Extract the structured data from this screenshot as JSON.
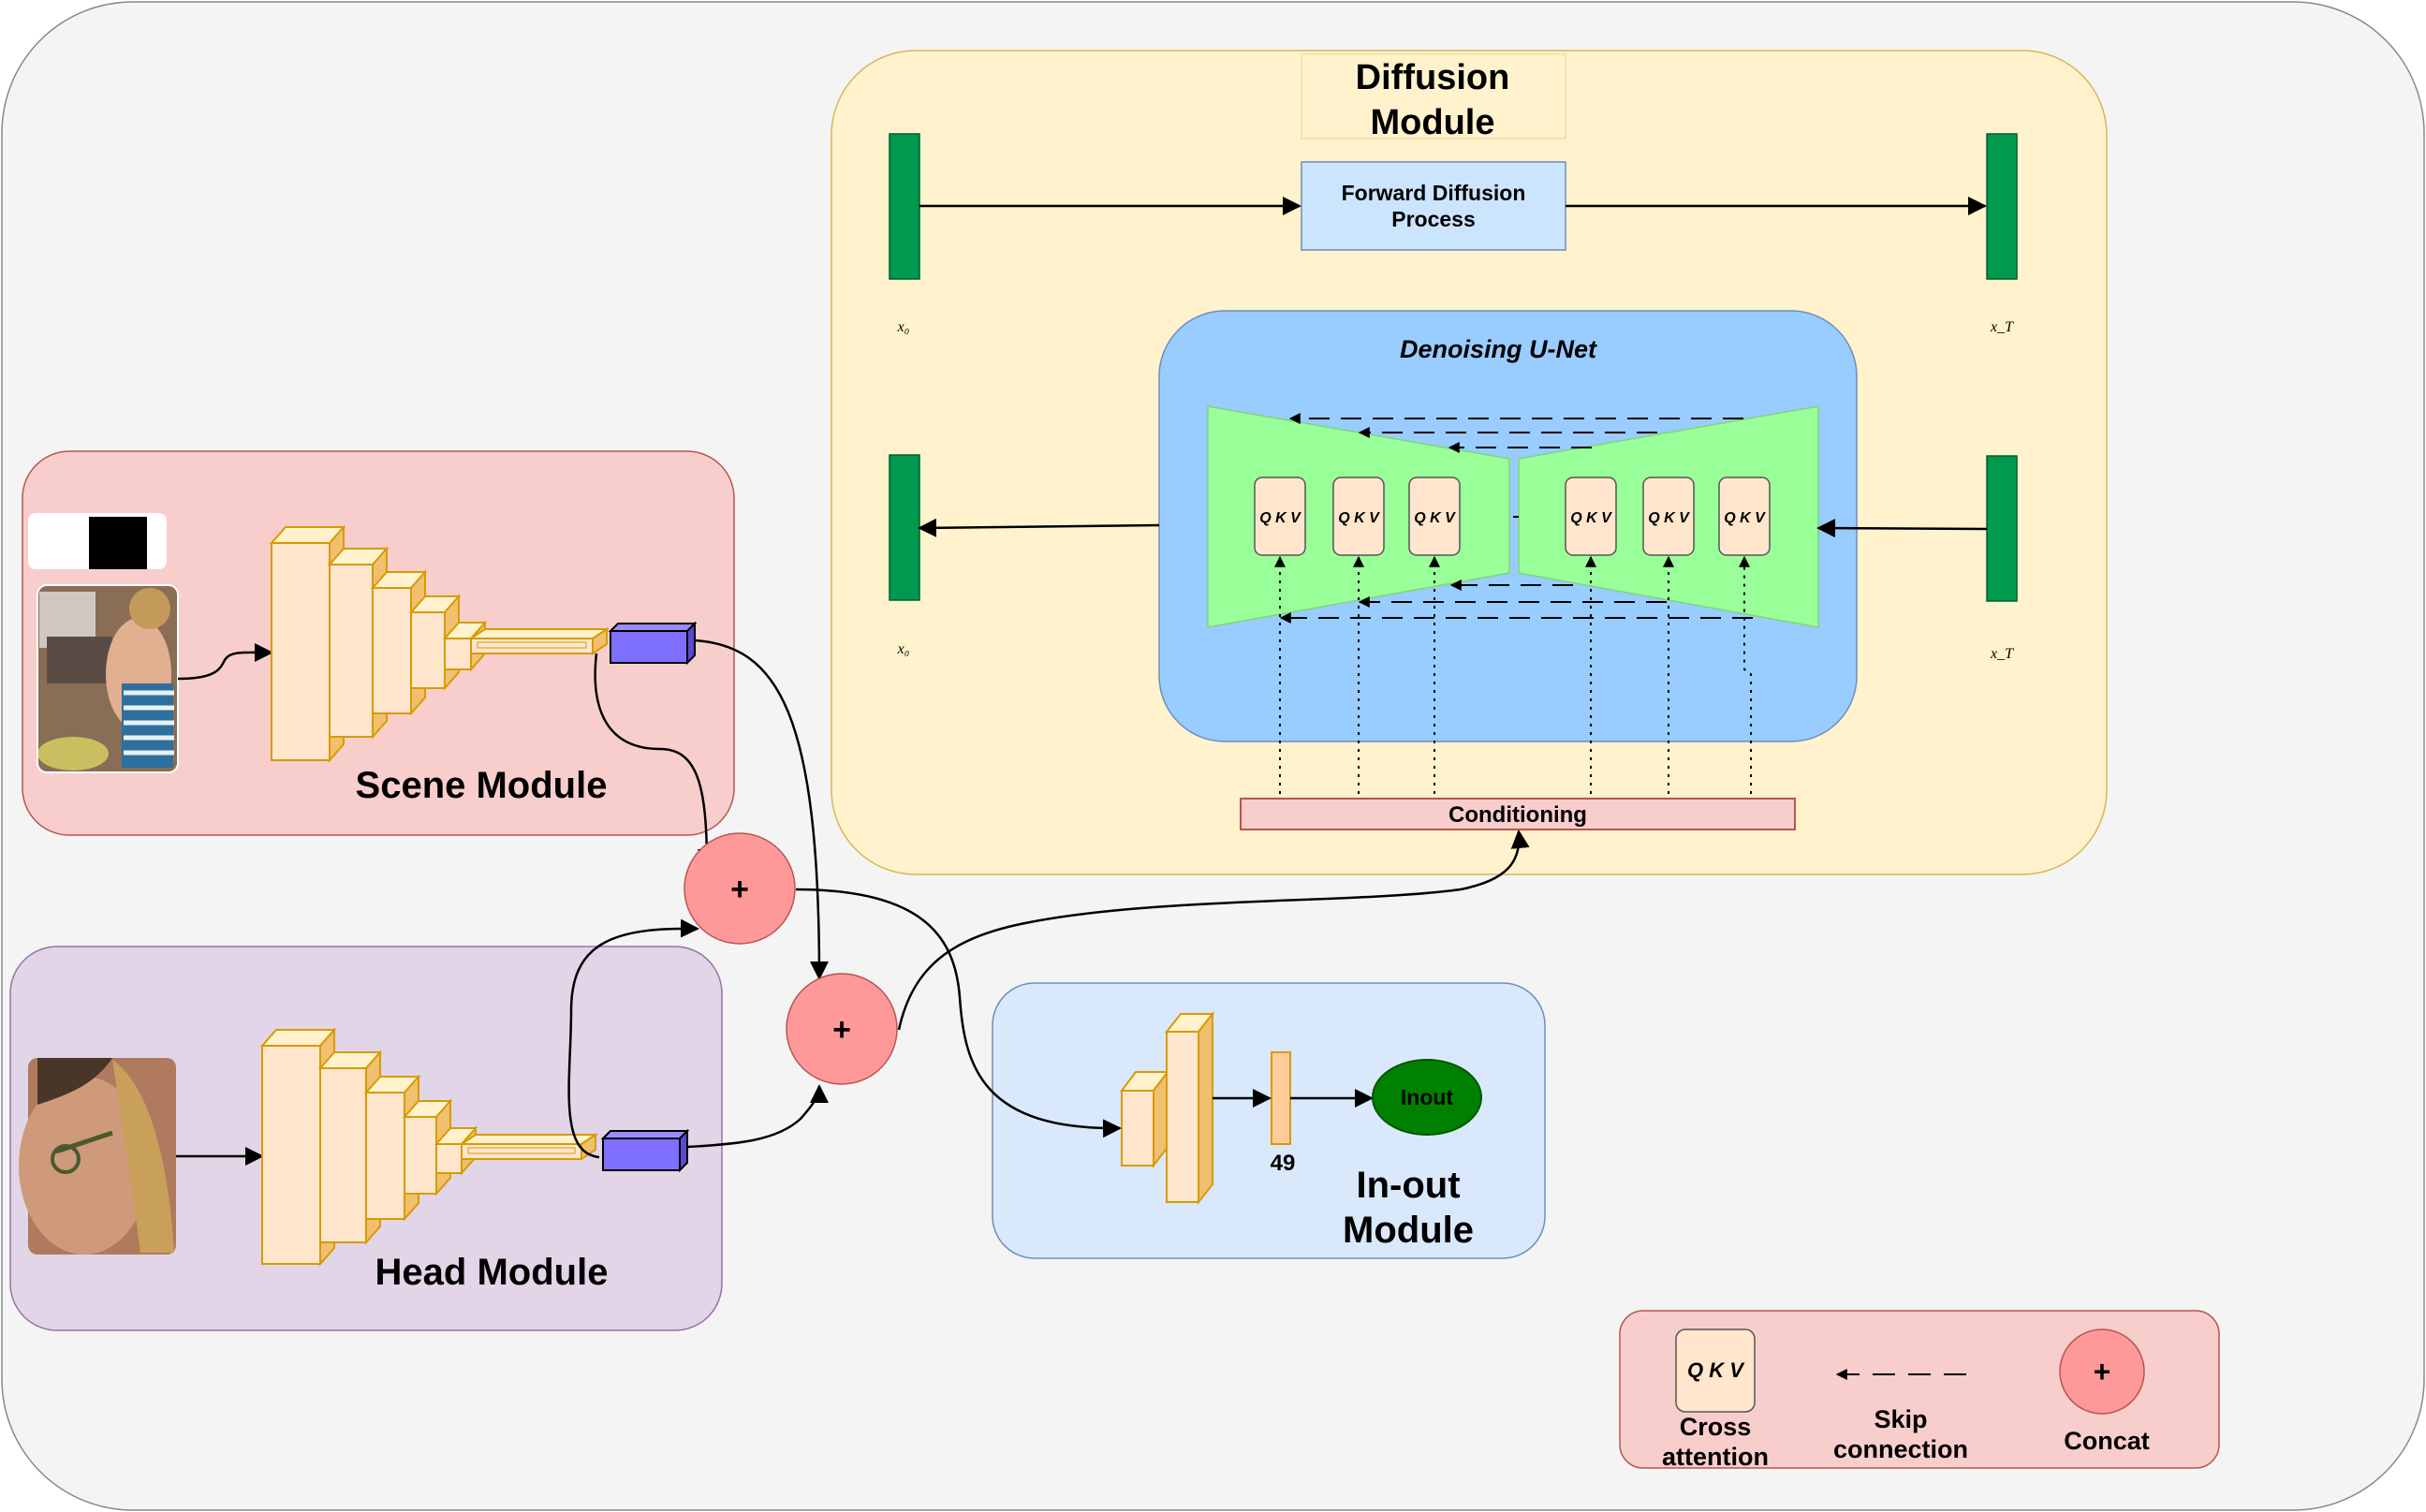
{
  "modules": {
    "diffusion": {
      "title_line1": "Diffusion",
      "title_line2": "Module"
    },
    "scene": {
      "title": "Scene Module"
    },
    "head": {
      "title": "Head Module"
    },
    "inout": {
      "title_line1": "In-out",
      "title_line2": "Module",
      "feature_size": "49",
      "output_label": "Inout"
    }
  },
  "diffusion": {
    "forward_line1": "Forward Diffusion",
    "forward_line2": "Process",
    "x0_label": "x₀",
    "xT_label": "x_T",
    "unet_title": "Denoising U-Net",
    "conditioning": "Conditioning",
    "qkv": "Q K V"
  },
  "ops": {
    "concat_symbol": "+"
  },
  "legend": {
    "cross_attention_line1": "Cross",
    "cross_attention_line2": "attention",
    "skip_line1": "Skip",
    "skip_line2": "connection",
    "concat": "Concat",
    "qkv": "Q K V",
    "plus": "+"
  },
  "colors": {
    "background": "#f4f4f4",
    "diffusion_module": "#fff2cc",
    "scene_module": "#f8cecc",
    "head_module": "#e1d5e7",
    "inout_module": "#dae8fc",
    "unet": "#99ccff",
    "unet_encoder": "#99ff99",
    "latent": "#00994d",
    "forward_box": "#cce5ff",
    "conv_block": "#ffe6cc",
    "conv_stroke": "#d79b00",
    "feature_vector": "#7f6fff",
    "concat_node": "#ff9999",
    "inout_node": "#008000"
  }
}
